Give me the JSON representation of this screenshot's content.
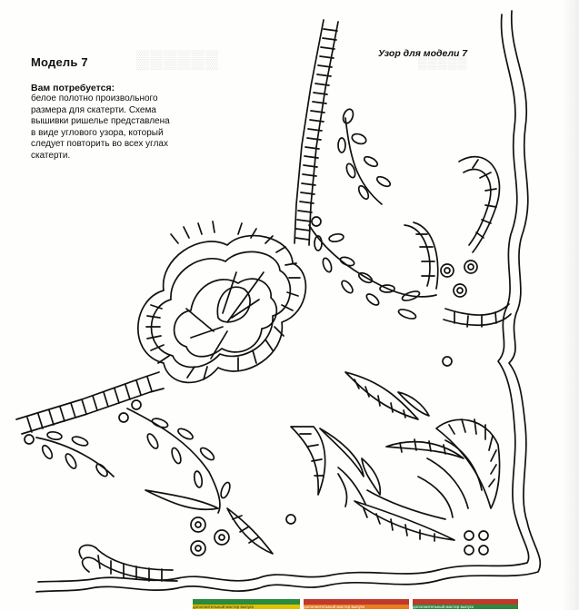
{
  "title": "Модель 7",
  "needs": {
    "heading": "Вам потребуется:",
    "lines": [
      "белое полотно произвольного",
      "размера для скатерти. Схема",
      "вышивки ришелье представлена",
      "в виде углового узора, который",
      "следует повторить во всех углах",
      "скатерти."
    ]
  },
  "pattern_caption": "Узор для модели 7",
  "footer_strips": [
    {
      "text": "дополнительный мастер выпуск",
      "color": "#2b8a3e",
      "accent": "#e0c200"
    },
    {
      "text": "дополнительный мастер выпуск",
      "color": "#c0392b",
      "accent": "#e67e22"
    },
    {
      "text": "дополнительный мастер выпуск",
      "color": "#c0392b",
      "accent": "#2b8a3e"
    }
  ],
  "colors": {
    "ink": "#111111",
    "paper": "#fefefc"
  }
}
